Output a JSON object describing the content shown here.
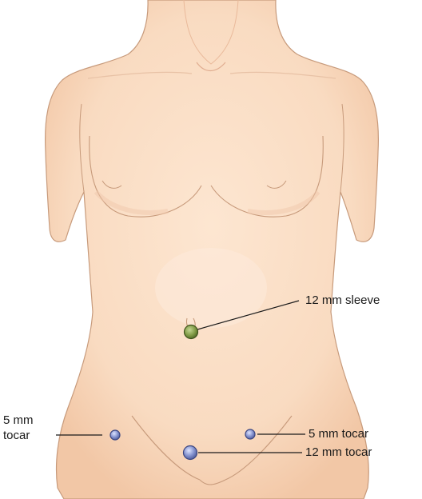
{
  "colors": {
    "skin": "#fbe0c8",
    "skin_shade": "#f3c9a9",
    "outline": "#b98f72",
    "sleeve_port": "#6f8a3a",
    "trocar_port": "#6a78b8",
    "leader_line": "#1a1a1a",
    "label_text": "#1a1a1a"
  },
  "labels": {
    "sleeve_12mm": "12 mm sleeve",
    "left_5mm_line1": "5 mm",
    "left_5mm_line2": "tocar",
    "right_5mm": "5 mm tocar",
    "center_12mm": "12 mm tocar"
  },
  "ports": [
    {
      "id": "sleeve-12mm",
      "kind": "sleeve",
      "size_mm": 12
    },
    {
      "id": "left-5mm",
      "kind": "trocar",
      "size_mm": 5
    },
    {
      "id": "right-5mm",
      "kind": "trocar",
      "size_mm": 5
    },
    {
      "id": "center-12mm",
      "kind": "trocar",
      "size_mm": 12
    }
  ]
}
